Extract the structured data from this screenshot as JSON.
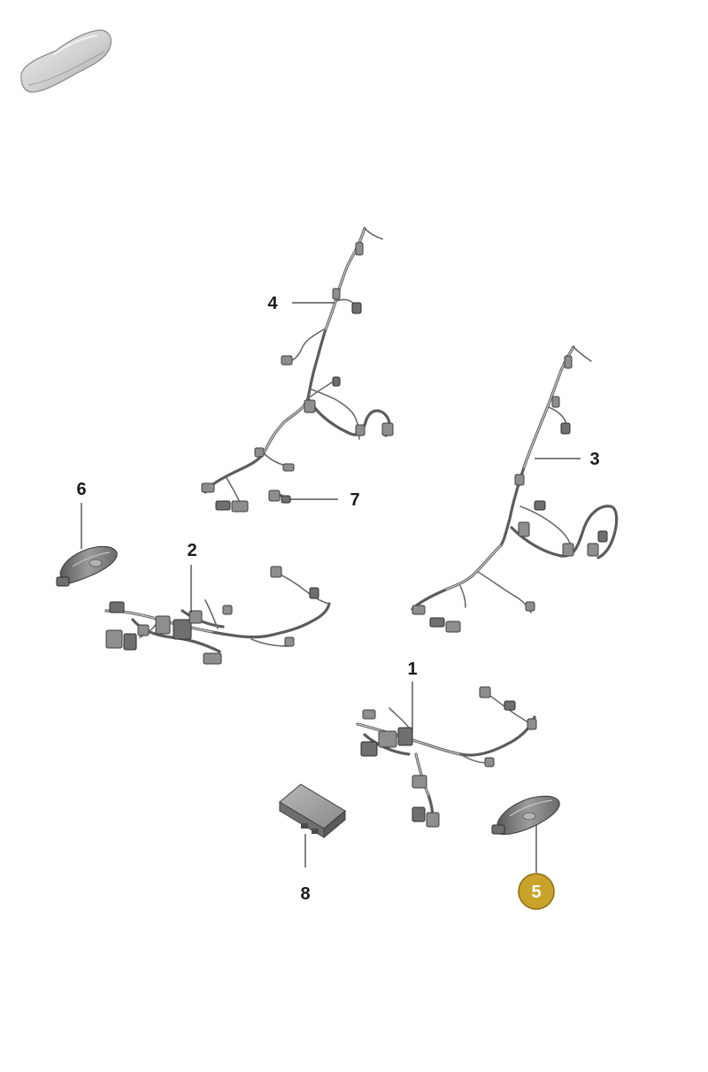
{
  "diagram": {
    "callouts": [
      {
        "id": "1",
        "label": "1",
        "highlighted": false
      },
      {
        "id": "2",
        "label": "2",
        "highlighted": false
      },
      {
        "id": "3",
        "label": "3",
        "highlighted": false
      },
      {
        "id": "4",
        "label": "4",
        "highlighted": false
      },
      {
        "id": "5",
        "label": "5",
        "highlighted": true
      },
      {
        "id": "6",
        "label": "6",
        "highlighted": false
      },
      {
        "id": "7",
        "label": "7",
        "highlighted": false
      },
      {
        "id": "8",
        "label": "8",
        "highlighted": false
      }
    ],
    "colors": {
      "highlight_fill": "#c9a22a",
      "highlight_stroke": "#8a6d12",
      "part_gray": "#8e8e8e",
      "car_gray": "#d4d4d4"
    },
    "icons": {
      "vehicle": "car-silhouette-icon"
    }
  }
}
